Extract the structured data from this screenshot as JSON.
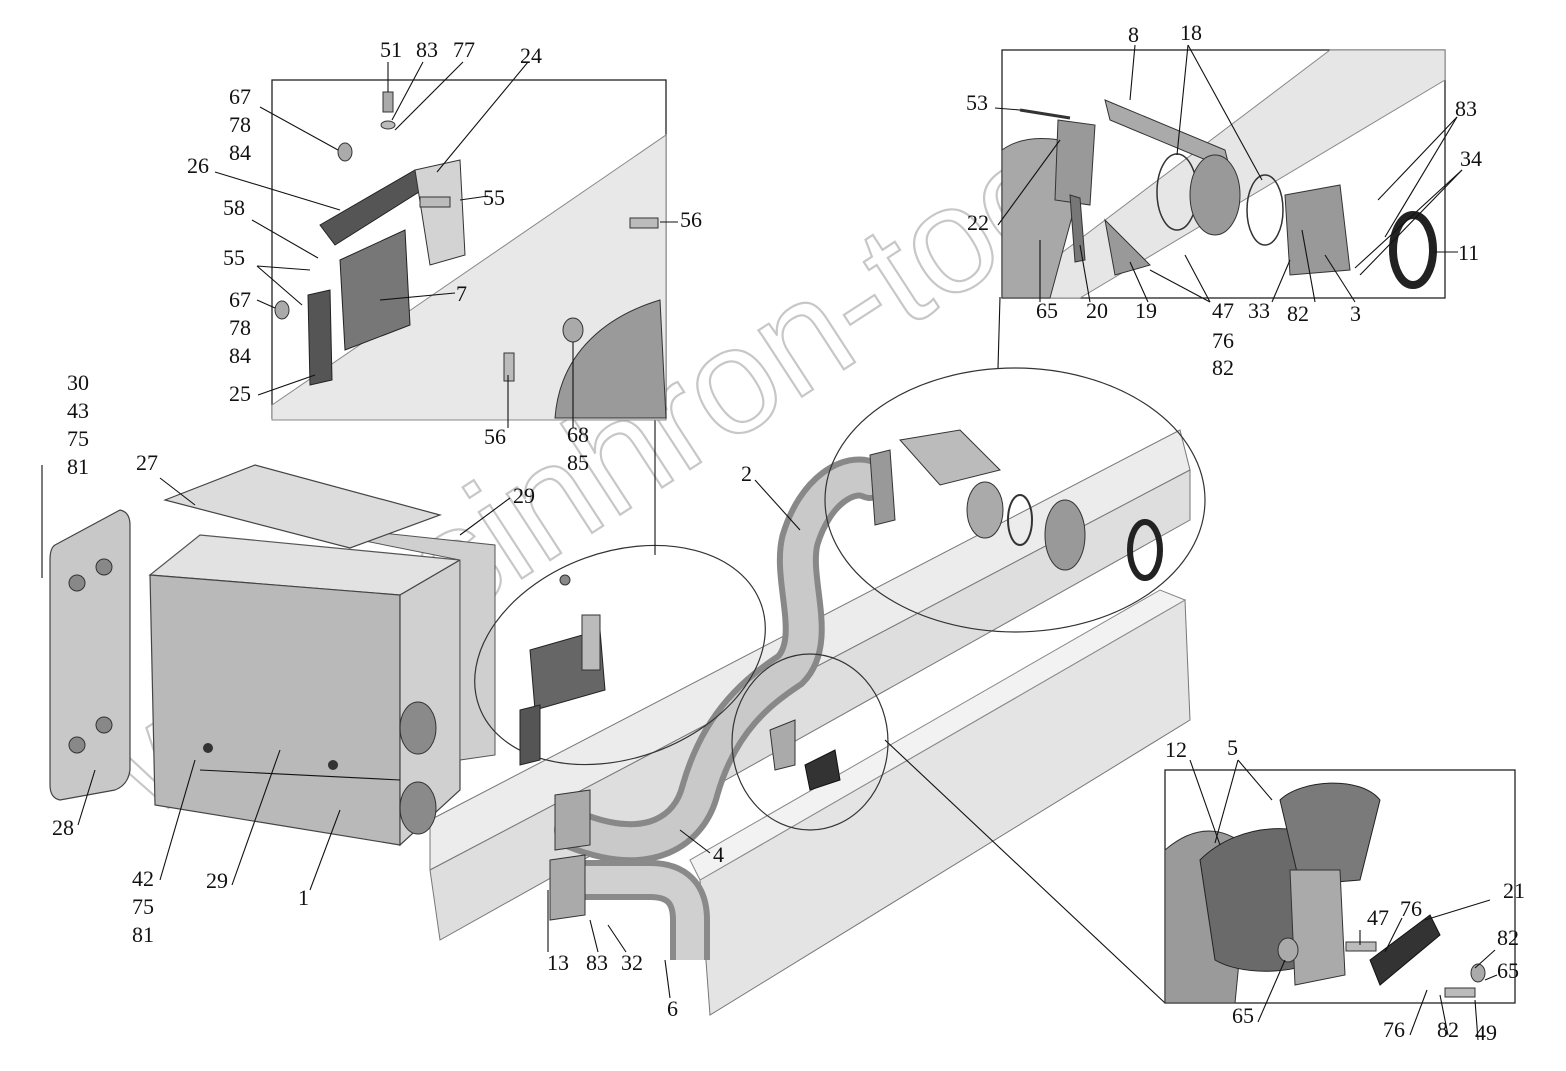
{
  "watermark": "www.sinhron-too.kz",
  "callouts": {
    "n1": "1",
    "n2": "2",
    "n3": "3",
    "n4": "4",
    "n5": "5",
    "n6": "6",
    "n7": "7",
    "n8": "8",
    "n11": "11",
    "n12": "12",
    "n13": "13",
    "n18": "18",
    "n19": "19",
    "n20": "20",
    "n21": "21",
    "n22": "22",
    "n24": "24",
    "n25": "25",
    "n26": "26",
    "n27": "27",
    "n28": "28",
    "n29a": "29",
    "n29b": "29",
    "n30": "30",
    "n32": "32",
    "n33": "33",
    "n34": "34",
    "n42": "42",
    "n43": "43",
    "n47a": "47",
    "n47b": "47",
    "n49": "49",
    "n51": "51",
    "n53": "53",
    "n55a": "55",
    "n55b": "55",
    "n56a": "56",
    "n56b": "56",
    "n58": "58",
    "n65a": "65",
    "n65b": "65",
    "n65c": "65",
    "n67a": "67",
    "n67b": "67",
    "n68": "68",
    "n75a": "75",
    "n75b": "75",
    "n76a": "76",
    "n76b": "76",
    "n76c": "76",
    "n77": "77",
    "n78a": "78",
    "n78b": "78",
    "n81a": "81",
    "n81b": "81",
    "n82a": "82",
    "n82b": "82",
    "n82c": "82",
    "n82d": "82",
    "n83a": "83",
    "n83b": "83",
    "n83c": "83",
    "n84a": "84",
    "n84b": "84",
    "n85": "85"
  }
}
